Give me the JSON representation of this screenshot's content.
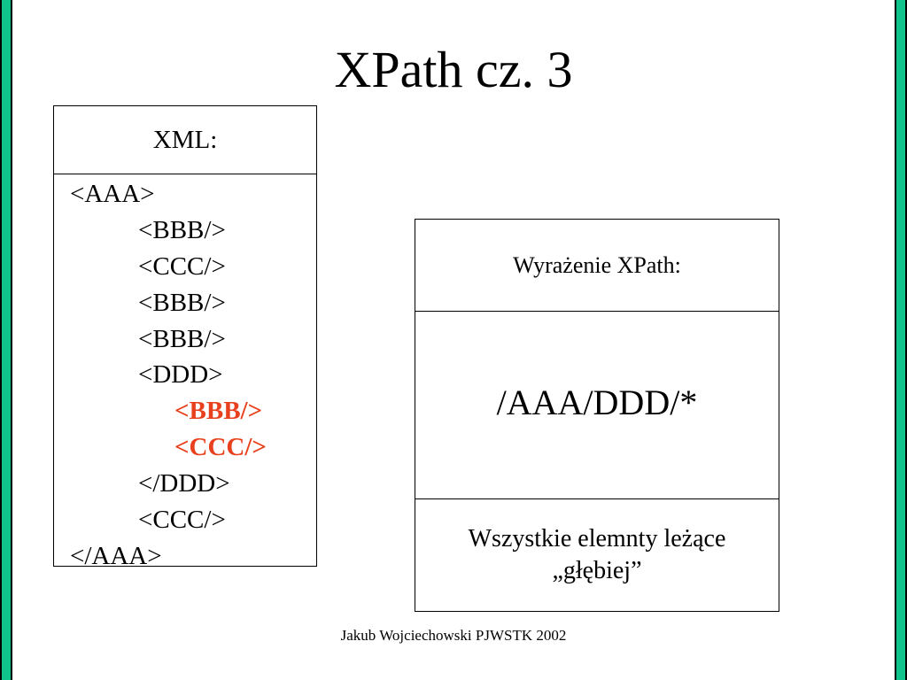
{
  "slide": {
    "title": "XPath cz. 3",
    "footer": "Jakub Wojciechowski PJWSTK 2002"
  },
  "xml_panel": {
    "header": "XML:",
    "lines": [
      {
        "text": "<AAA>",
        "level": 0,
        "highlight": false
      },
      {
        "text": "<BBB/>",
        "level": 1,
        "highlight": false
      },
      {
        "text": "<CCC/>",
        "level": 1,
        "highlight": false
      },
      {
        "text": "<BBB/>",
        "level": 1,
        "highlight": false
      },
      {
        "text": "<BBB/>",
        "level": 1,
        "highlight": false
      },
      {
        "text": "<DDD>",
        "level": 1,
        "highlight": false
      },
      {
        "text": "<BBB/>",
        "level": 2,
        "highlight": true
      },
      {
        "text": "<CCC/>",
        "level": 2,
        "highlight": true
      },
      {
        "text": "</DDD>",
        "level": 1,
        "highlight": false
      },
      {
        "text": "<CCC/>",
        "level": 1,
        "highlight": false
      },
      {
        "text": "</AAA>",
        "level": 0,
        "highlight": false
      }
    ]
  },
  "xpath_panel": {
    "header": "Wyrażenie XPath:",
    "expression": "/AAA/DDD/*",
    "description_line1": "Wszystkie elemnty leżące",
    "description_line2": "„głębiej”"
  },
  "colors": {
    "side_bar": "#10c48c",
    "highlight": "#e8401c"
  }
}
